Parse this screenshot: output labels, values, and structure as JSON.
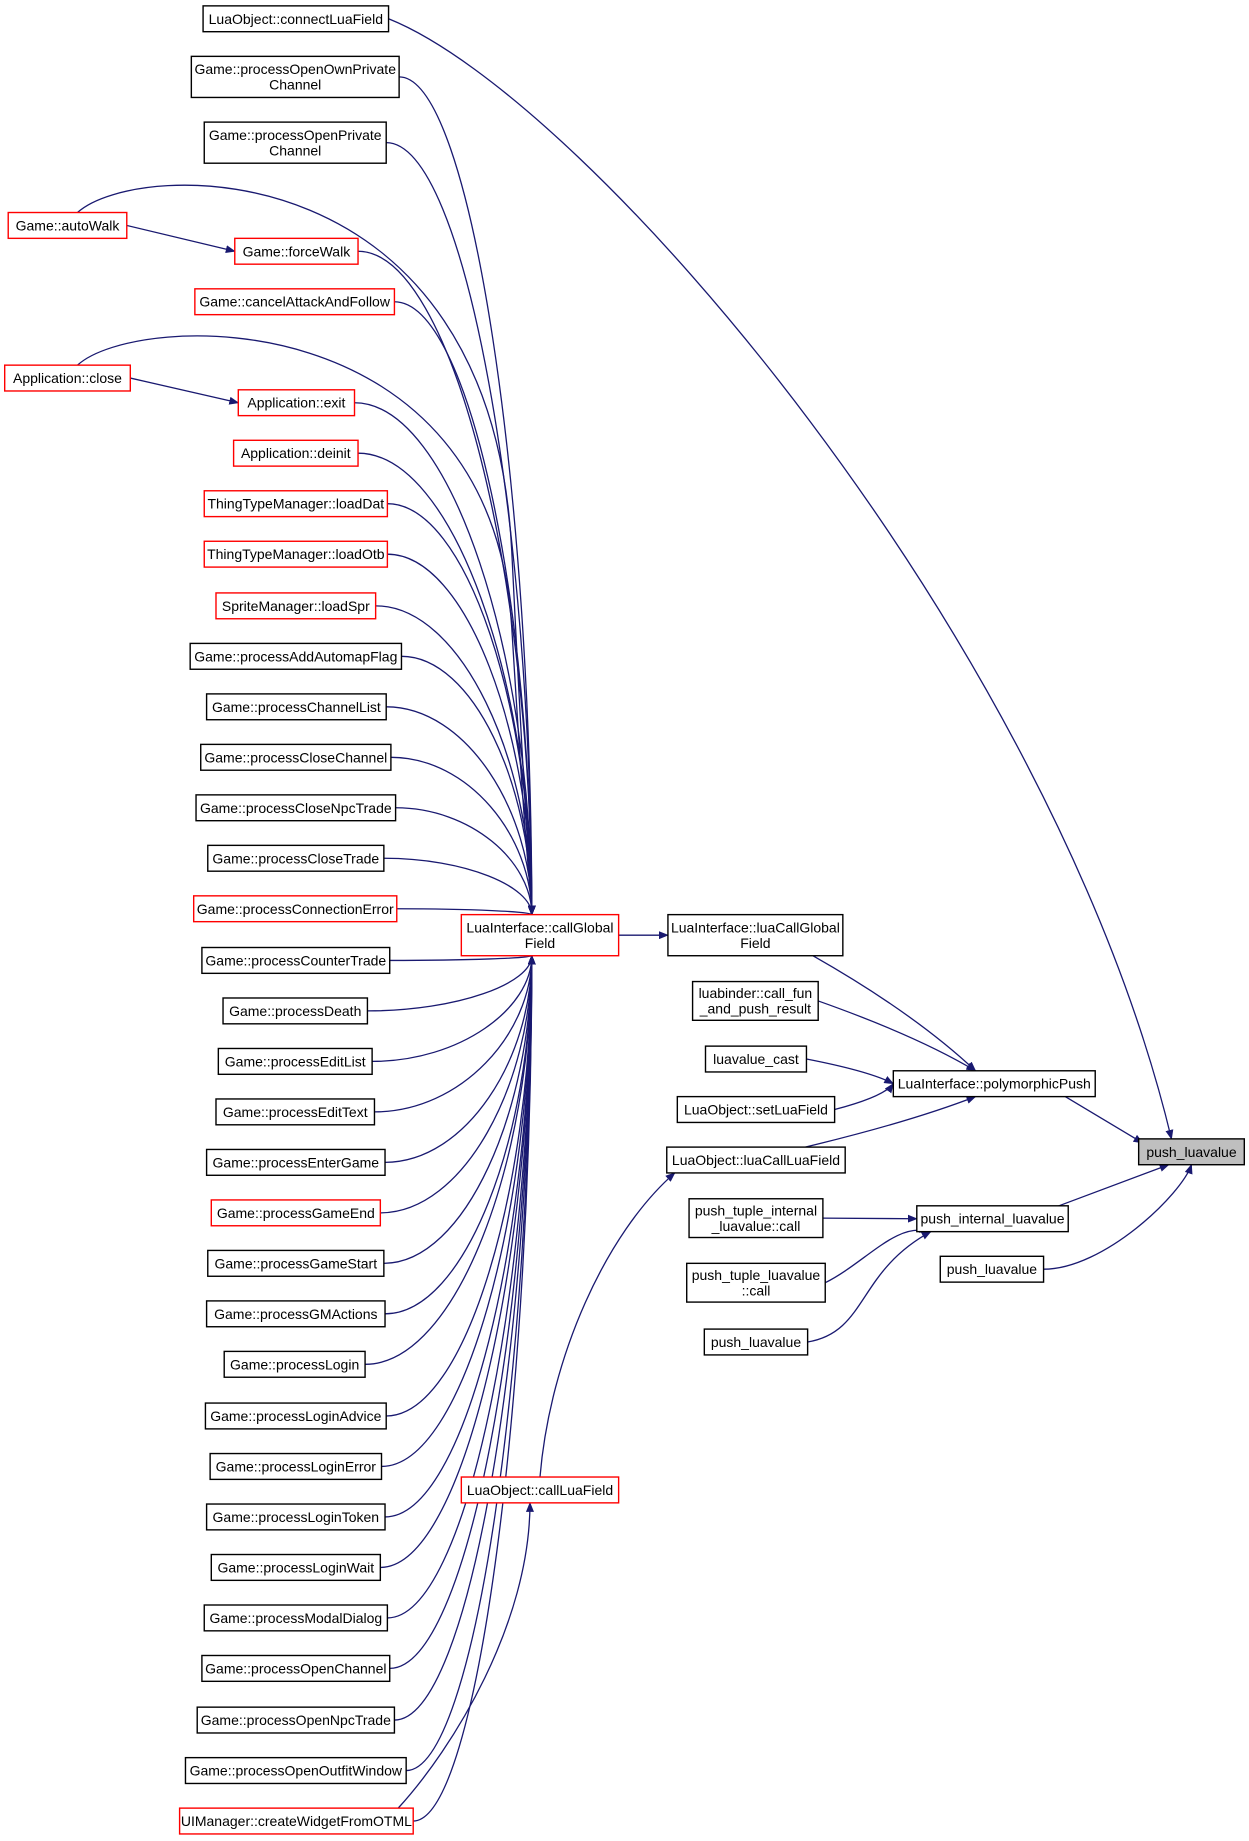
{
  "graph": {
    "colors": {
      "edge": "#191970",
      "node_border": "#000000",
      "node_border_truncated": "#ff0000",
      "root_fill": "#bfbfbf"
    },
    "nodes": {
      "push_luavalue_root": {
        "lines": [
          "push_luavalue"
        ],
        "style": "root"
      },
      "polymorphicPush": {
        "lines": [
          "LuaInterface::polymorphicPush"
        ],
        "style": "black"
      },
      "push_internal_luavalue": {
        "lines": [
          "push_internal_luavalue"
        ],
        "style": "black"
      },
      "push_luavalue_b": {
        "lines": [
          "push_luavalue"
        ],
        "style": "black"
      },
      "luaCallGlobalField": {
        "lines": [
          "LuaInterface::luaCallGlobal",
          "Field"
        ],
        "style": "black"
      },
      "call_fun": {
        "lines": [
          "luabinder::call_fun",
          "_and_push_result"
        ],
        "style": "black"
      },
      "luavalue_cast": {
        "lines": [
          "luavalue_cast"
        ],
        "style": "black"
      },
      "setLuaField": {
        "lines": [
          "LuaObject::setLuaField"
        ],
        "style": "black"
      },
      "luaCallLuaField": {
        "lines": [
          "LuaObject::luaCallLuaField"
        ],
        "style": "black"
      },
      "push_tuple_internal": {
        "lines": [
          "push_tuple_internal",
          "_luavalue::call"
        ],
        "style": "black"
      },
      "push_tuple_luavalue": {
        "lines": [
          "push_tuple_luavalue",
          "::call"
        ],
        "style": "black"
      },
      "push_luavalue_c": {
        "lines": [
          "push_luavalue"
        ],
        "style": "black"
      },
      "callGlobalField": {
        "lines": [
          "LuaInterface::callGlobal",
          "Field"
        ],
        "style": "red"
      },
      "callLuaField": {
        "lines": [
          "LuaObject::callLuaField"
        ],
        "style": "red"
      },
      "connectLuaField": {
        "lines": [
          "LuaObject::connectLuaField"
        ],
        "style": "black"
      },
      "openOwnPrivate": {
        "lines": [
          "Game::processOpenOwnPrivate",
          "Channel"
        ],
        "style": "black"
      },
      "openPrivate": {
        "lines": [
          "Game::processOpenPrivate",
          "Channel"
        ],
        "style": "black"
      },
      "autoWalk": {
        "lines": [
          "Game::autoWalk"
        ],
        "style": "red"
      },
      "forceWalk": {
        "lines": [
          "Game::forceWalk"
        ],
        "style": "red"
      },
      "cancelAttack": {
        "lines": [
          "Game::cancelAttackAndFollow"
        ],
        "style": "red"
      },
      "appClose": {
        "lines": [
          "Application::close"
        ],
        "style": "red"
      },
      "appExit": {
        "lines": [
          "Application::exit"
        ],
        "style": "red"
      },
      "appDeinit": {
        "lines": [
          "Application::deinit"
        ],
        "style": "red"
      },
      "loadDat": {
        "lines": [
          "ThingTypeManager::loadDat"
        ],
        "style": "red"
      },
      "loadOtb": {
        "lines": [
          "ThingTypeManager::loadOtb"
        ],
        "style": "red"
      },
      "loadSpr": {
        "lines": [
          "SpriteManager::loadSpr"
        ],
        "style": "red"
      },
      "addAutomap": {
        "lines": [
          "Game::processAddAutomapFlag"
        ],
        "style": "black"
      },
      "channelList": {
        "lines": [
          "Game::processChannelList"
        ],
        "style": "black"
      },
      "closeChannel": {
        "lines": [
          "Game::processCloseChannel"
        ],
        "style": "black"
      },
      "closeNpcTrade": {
        "lines": [
          "Game::processCloseNpcTrade"
        ],
        "style": "black"
      },
      "closeTrade": {
        "lines": [
          "Game::processCloseTrade"
        ],
        "style": "black"
      },
      "connError": {
        "lines": [
          "Game::processConnectionError"
        ],
        "style": "red"
      },
      "counterTrade": {
        "lines": [
          "Game::processCounterTrade"
        ],
        "style": "black"
      },
      "death": {
        "lines": [
          "Game::processDeath"
        ],
        "style": "black"
      },
      "editList": {
        "lines": [
          "Game::processEditList"
        ],
        "style": "black"
      },
      "editText": {
        "lines": [
          "Game::processEditText"
        ],
        "style": "black"
      },
      "enterGame": {
        "lines": [
          "Game::processEnterGame"
        ],
        "style": "black"
      },
      "gameEnd": {
        "lines": [
          "Game::processGameEnd"
        ],
        "style": "red"
      },
      "gameStart": {
        "lines": [
          "Game::processGameStart"
        ],
        "style": "black"
      },
      "gmActions": {
        "lines": [
          "Game::processGMActions"
        ],
        "style": "black"
      },
      "login": {
        "lines": [
          "Game::processLogin"
        ],
        "style": "black"
      },
      "loginAdvice": {
        "lines": [
          "Game::processLoginAdvice"
        ],
        "style": "black"
      },
      "loginError": {
        "lines": [
          "Game::processLoginError"
        ],
        "style": "black"
      },
      "loginToken": {
        "lines": [
          "Game::processLoginToken"
        ],
        "style": "black"
      },
      "loginWait": {
        "lines": [
          "Game::processLoginWait"
        ],
        "style": "black"
      },
      "modalDialog": {
        "lines": [
          "Game::processModalDialog"
        ],
        "style": "black"
      },
      "openChannel": {
        "lines": [
          "Game::processOpenChannel"
        ],
        "style": "black"
      },
      "openNpcTrade": {
        "lines": [
          "Game::processOpenNpcTrade"
        ],
        "style": "black"
      },
      "openOutfit": {
        "lines": [
          "Game::processOpenOutfitWindow"
        ],
        "style": "black"
      },
      "createWidget": {
        "lines": [
          "UIManager::createWidgetFromOTML"
        ],
        "style": "red"
      }
    }
  }
}
